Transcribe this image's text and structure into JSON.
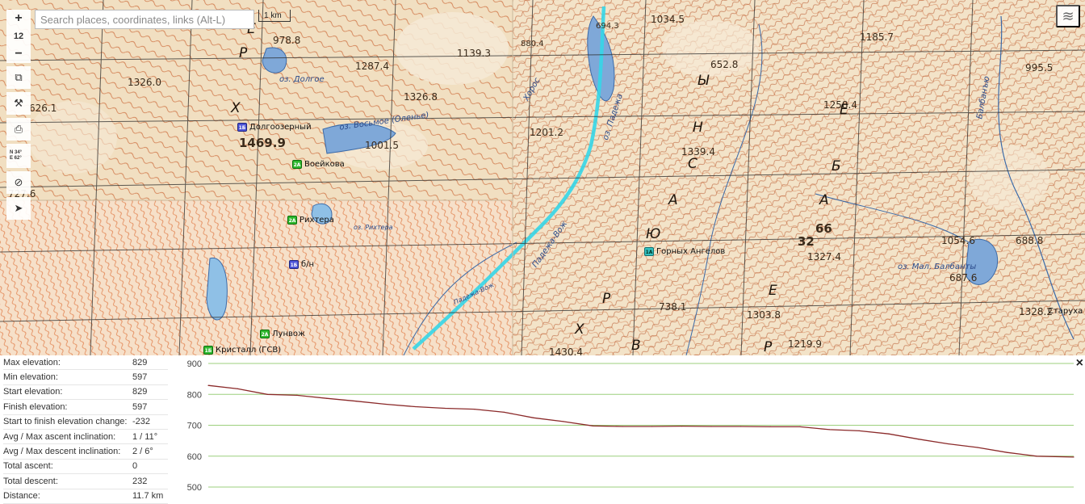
{
  "search": {
    "placeholder": "Search places, coordinates, links (Alt-L)"
  },
  "map": {
    "zoom_level": "12",
    "scale_label": "1 km",
    "coords_line1": "N 34°",
    "coords_line2": "E 62°",
    "peaks": [
      {
        "badge": "1Б",
        "color": "blue",
        "name": "Долгоозерный"
      },
      {
        "badge": "2А",
        "color": "green",
        "name": "Воейкова"
      },
      {
        "badge": "2А",
        "color": "green",
        "name": "Рихтера"
      },
      {
        "badge": "1Б",
        "color": "blue",
        "name": "б/н"
      },
      {
        "badge": "2А",
        "color": "green",
        "name": "Лунвож"
      },
      {
        "badge": "1Б",
        "color": "green",
        "name": "Кристалл (ГСВ)"
      },
      {
        "badge": "1А",
        "color": "teal",
        "name": "Горных Ангелов"
      },
      {
        "badge": "",
        "color": "none",
        "name": "Старуха"
      }
    ],
    "elevations": [
      "978.8",
      "1034.5",
      "880.4",
      "694.3",
      "1139.3",
      "1185.7",
      "995.5",
      "1287.4",
      "1326.8",
      "652.8",
      "1326.0",
      "1258.4",
      "1469.9",
      "1001.5",
      "1201.2",
      "1339.4",
      "727.6",
      "1054.6",
      "688.8",
      "1327.4",
      "687.6",
      "1328.2",
      "1303.8",
      "1219.9",
      "1430.4",
      "738.1",
      "32",
      "66",
      "626.1"
    ],
    "place_names": [
      "оз. Долгое",
      "оз. Восьмое (Оленье)",
      "оз. Падежа",
      "Падежа-Вож",
      "Хорос",
      "Балбанъю",
      "оз. Мал. Балбанты",
      "Падежа-Вож",
      "оз. Рихтера"
    ],
    "range_letters": [
      "Х",
      "Р",
      "Е",
      "А",
      "С",
      "Н",
      "Ы",
      "Е",
      "Б",
      "А",
      "Ю",
      "Р",
      "Х",
      "Е",
      "Р",
      "В"
    ]
  },
  "stats": [
    {
      "label": "Max elevation:",
      "value": "829"
    },
    {
      "label": "Min elevation:",
      "value": "597"
    },
    {
      "label": "Start elevation:",
      "value": "829"
    },
    {
      "label": "Finish elevation:",
      "value": "597"
    },
    {
      "label": "Start to finish elevation change:",
      "value": "-232"
    },
    {
      "label": "Avg / Max ascent inclination:",
      "value": "1 / 11°"
    },
    {
      "label": "Avg / Max descent inclination:",
      "value": "2 / 6°"
    },
    {
      "label": "Total ascent:",
      "value": "0"
    },
    {
      "label": "Total descent:",
      "value": "232"
    },
    {
      "label": "Distance:",
      "value": "11.7 km"
    }
  ],
  "chart_data": {
    "type": "line",
    "ylim": [
      500,
      900
    ],
    "yticks": [
      "500",
      "600",
      "700",
      "800",
      "900"
    ],
    "x_km": [
      0.0,
      0.4,
      0.8,
      1.2,
      1.6,
      2.0,
      2.4,
      2.8,
      3.2,
      3.6,
      4.0,
      4.4,
      4.8,
      5.2,
      5.6,
      6.0,
      6.4,
      6.8,
      7.2,
      7.6,
      8.0,
      8.4,
      8.8,
      9.2,
      9.6,
      10.0,
      10.4,
      10.8,
      11.2,
      11.7
    ],
    "values": [
      829,
      818,
      800,
      797,
      787,
      778,
      768,
      760,
      755,
      752,
      742,
      724,
      712,
      698,
      696,
      696,
      697,
      696,
      696,
      695,
      695,
      686,
      682,
      672,
      655,
      640,
      628,
      612,
      600,
      597
    ],
    "line_color": "#8b2a2a",
    "grid_color": "#9ccf7d"
  },
  "icons": {
    "zoom_in": "+",
    "zoom_out": "−",
    "external": "⧉",
    "tools": "⚒",
    "print": "⎙",
    "compass": "⊘",
    "locate": "➤",
    "layers": "≋",
    "close": "×"
  }
}
